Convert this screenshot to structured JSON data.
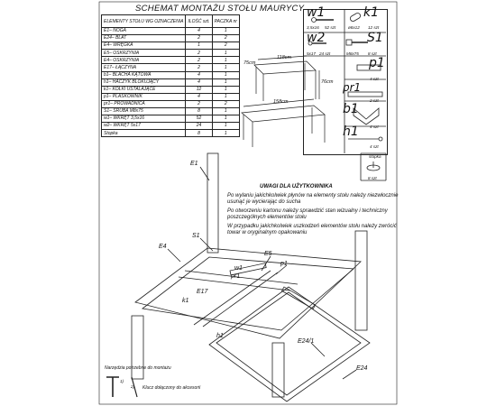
{
  "title": "SCHEMAT MONTAŻU STOŁU MAURYCY",
  "parts_table": {
    "headers": [
      "ELEMENTY STOŁU WG OZNACZENIA",
      "ILOŚĆ szt.",
      "PACZKA nr"
    ],
    "rows": [
      [
        "E1– NOGA",
        "4",
        "1"
      ],
      [
        "E24– BLAT",
        "2",
        "2"
      ],
      [
        "E4– WRĘGKA",
        "1",
        "2"
      ],
      [
        "E5– OSKRZYNIA",
        "2",
        "1"
      ],
      [
        "E4– OSKRZYNIA",
        "2",
        "1"
      ],
      [
        "E17– ŁĄCZYNA",
        "2",
        "1"
      ],
      [
        "b1– BLACHA KĄTOWA",
        "4",
        "1"
      ],
      [
        "h1– HACZYK BLOKUJĄCY",
        "4",
        "1"
      ],
      [
        "k1– KOŁKI USTALAJĄCE",
        "12",
        "1"
      ],
      [
        "p1– PLASKOWNIK",
        "4",
        "1"
      ],
      [
        "pr1– PROWADNICA",
        "2",
        "2"
      ],
      [
        "S1– ŚRUBA M8x75",
        "8",
        "1"
      ],
      [
        "w1– WKRĘT 3,5x16",
        "52",
        "1"
      ],
      [
        "w2– WKRĘT 5x17",
        "24",
        "1"
      ],
      [
        "Stopka",
        "8",
        "1"
      ]
    ]
  },
  "hardware": {
    "w1": {
      "label": "w1",
      "spec": "3,5x16",
      "qty": "52 szt"
    },
    "k1": {
      "label": "k1",
      "spec": "ø8x12",
      "qty": "12 szt"
    },
    "w2": {
      "label": "w2",
      "spec": "5x17",
      "qty": "24 szt"
    },
    "s1": {
      "label": "S1",
      "spec": "M8x75",
      "qty": "8 szt"
    },
    "p1": {
      "label": "p1",
      "qty": "4 szt"
    },
    "pr1": {
      "label": "pr1",
      "qty": "2 szt"
    },
    "b1": {
      "label": "b1",
      "qty": "4 szt"
    },
    "h1": {
      "label": "h1",
      "qty": "4 szt"
    },
    "stopka": {
      "label": "stopka",
      "qty": "8 szt"
    }
  },
  "dimensions": {
    "width_closed": "118cm",
    "depth": "75cm",
    "height": "76cm",
    "width_open": "158cm"
  },
  "notes": {
    "heading": "UWAGI DLA UŻYTKOWNIKA",
    "lines": [
      "Po wylaniu jakichkolwiek płynów na elementy stołu należy niezwłocznie usunąć je wycierając do sucha",
      "Po otworzeniu kartonu należy sprawdzić stan wizualny i techniczny poszczególnych elementów stołu",
      "W przypadku jakichkolwiek uszkodzeń elementów stołu należy zwrócić towar w oryginalnym opakowaniu"
    ]
  },
  "callouts": {
    "e1": "E1",
    "e4": "E4",
    "s1": "S1",
    "e5": "E5",
    "p1": "p1",
    "w1": "w1",
    "pr1": "pr1",
    "k1": "k1",
    "e17": "E17",
    "h1": "h1",
    "e24_1": "E24/1",
    "e24": "E24"
  },
  "tools": {
    "heading": "Narzędzia potrzebne do montażu",
    "key_note": "Klucz dołączony do akcesorii",
    "mark_1": "1)",
    "mark_2": "2)"
  }
}
